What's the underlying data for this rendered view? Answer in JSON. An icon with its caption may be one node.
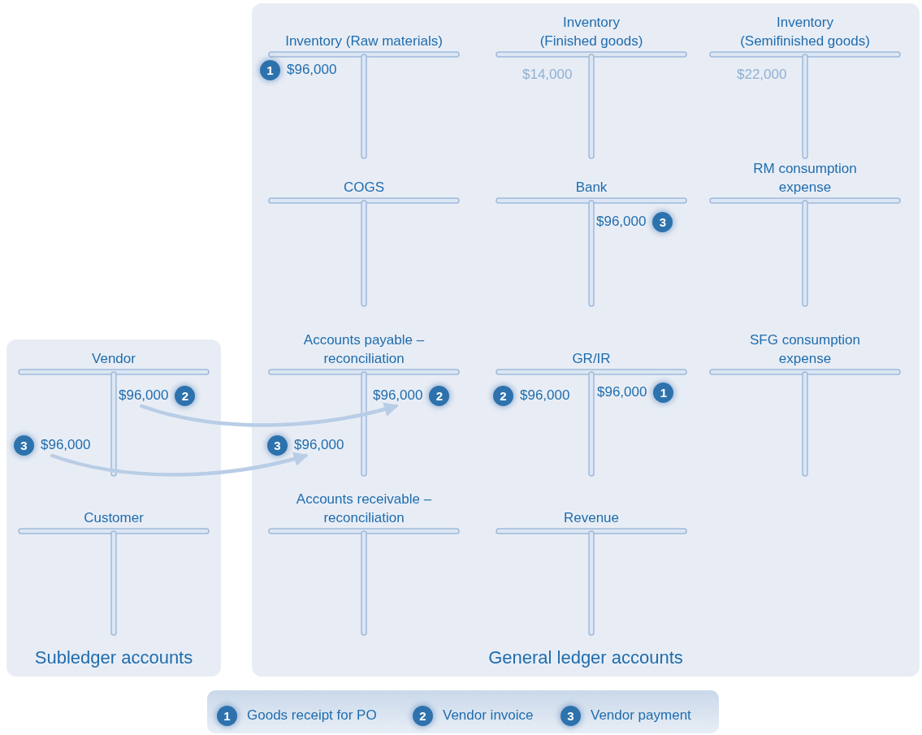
{
  "diagram": {
    "nodes": [
      {
        "text": [
          "Subledger accounts"
        ]
      },
      {
        "text": [
          "General ledger accounts"
        ]
      },
      {
        "text": [
          "Inventory (Raw materials)"
        ],
        "in": 1
      },
      {
        "text": [
          "1",
          "$96,000"
        ],
        "in": 2
      },
      {
        "text": [
          "Inventory (Finished goods)"
        ],
        "in": 1
      },
      {
        "text": [
          "$14,000"
        ],
        "in": 4
      },
      {
        "text": [
          "Inventory (Semifinished goods)"
        ],
        "in": 1
      },
      {
        "text": [
          "$22,000"
        ],
        "in": 6
      },
      {
        "text": [
          "COGS"
        ],
        "in": 1
      },
      {
        "text": [
          "Bank"
        ],
        "in": 1
      },
      {
        "text": [
          "$96,000",
          "3"
        ],
        "in": 9
      },
      {
        "text": [
          "RM consumption expense"
        ],
        "in": 1
      },
      {
        "text": [
          "Vendor"
        ],
        "in": 0
      },
      {
        "text": [
          "$96,000",
          "2"
        ],
        "in": 12
      },
      {
        "text": [
          "3",
          "$96,000"
        ],
        "in": 12
      },
      {
        "text": [
          "Accounts payable – reconciliation"
        ],
        "in": 1
      },
      {
        "text": [
          "$96,000",
          "2"
        ],
        "in": 15
      },
      {
        "text": [
          "3",
          "$96,000"
        ],
        "in": 15
      },
      {
        "text": [
          "GR/IR"
        ],
        "in": 1
      },
      {
        "text": [
          "2",
          "$96,000"
        ],
        "in": 18
      },
      {
        "text": [
          "$96,000",
          "1"
        ],
        "in": 18
      },
      {
        "text": [
          "SFG consumption expense"
        ],
        "in": 1
      },
      {
        "text": [
          "Customer"
        ],
        "in": 0
      },
      {
        "text": [
          "Accounts receivable – reconciliation"
        ],
        "in": 1
      },
      {
        "text": [
          "Revenue"
        ],
        "in": 1
      },
      {
        "text": [
          "1"
        ],
        "beside": [
          "Goods receipt for PO"
        ]
      },
      {
        "text": [
          "2"
        ],
        "beside": [
          "Vendor invoice"
        ]
      },
      {
        "text": [
          "3"
        ],
        "beside": [
          "Vendor payment"
        ]
      }
    ],
    "edges": [
      {
        "from": 13,
        "to": 16,
        "arrow": "to"
      },
      {
        "from": 14,
        "to": 17,
        "arrow": "to"
      }
    ]
  }
}
